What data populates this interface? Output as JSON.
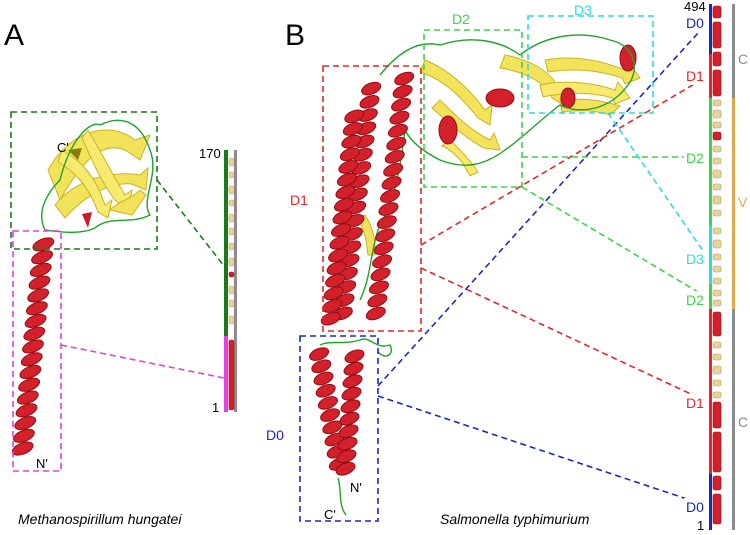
{
  "panels": {
    "a": "A",
    "b": "B"
  },
  "panel_a": {
    "caption": "Methanospirillum hungatei",
    "c_term": "C'",
    "n_term": "N'",
    "seq_top": "170",
    "seq_bottom": "1"
  },
  "panel_b": {
    "caption": "Salmonella typhimurium",
    "c_term": "C'",
    "n_term": "N'",
    "seq_top": "494",
    "seq_bottom": "1",
    "box_labels": {
      "d0": "D0",
      "d1": "D1",
      "d2": "D2",
      "d3": "D3"
    },
    "bar_labels": [
      "D0",
      "D1",
      "D2",
      "D3",
      "D2",
      "D1",
      "D0"
    ],
    "region_labels": {
      "c_top": "C",
      "v": "V",
      "c_bottom": "C"
    }
  },
  "colors": {
    "helix": "#d3202a",
    "sheet": "#f3e35a",
    "loop": "#1fa32b",
    "d0": "#1a2ab8",
    "d1": "#e0282a",
    "d2": "#3ed24a",
    "d3": "#2fd9e0",
    "magenta": "#e040e0",
    "darkgreen": "#1a7a1a",
    "variable": "#e0a84e",
    "grey": "#8c8c8c"
  }
}
